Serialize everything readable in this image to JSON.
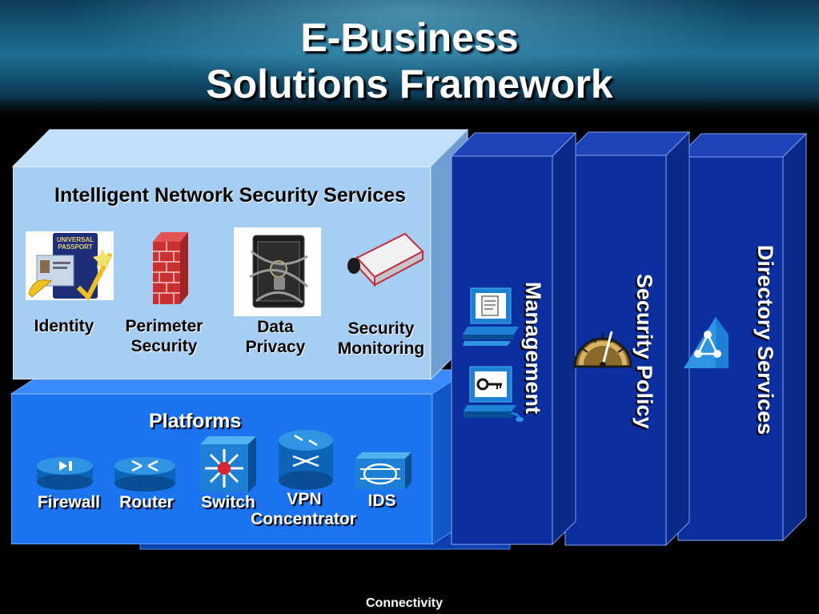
{
  "title": {
    "line1": "E-Business",
    "line2": "Solutions Framework"
  },
  "security_services": {
    "heading": "Intelligent Network Security Services",
    "items": [
      {
        "label_line1": "Identity",
        "label_line2": "",
        "icon": "passport-icon"
      },
      {
        "label_line1": "Perimeter",
        "label_line2": "Security",
        "icon": "firewall-brick-icon"
      },
      {
        "label_line1": "Data",
        "label_line2": "Privacy",
        "icon": "safe-icon"
      },
      {
        "label_line1": "Security",
        "label_line2": "Monitoring",
        "icon": "camera-icon"
      }
    ],
    "passport_text": {
      "line1": "UNIVERSAL",
      "line2": "PASSPORT"
    }
  },
  "platforms": {
    "heading": "Platforms",
    "items": [
      {
        "label": "Firewall",
        "icon": "firewall-icon"
      },
      {
        "label": "Router",
        "icon": "router-icon"
      },
      {
        "label": "Switch",
        "icon": "switch-icon"
      },
      {
        "label_line1": "VPN",
        "label_line2": "Concentrator",
        "icon": "vpn-concentrator-icon"
      },
      {
        "label": "IDS",
        "icon": "ids-icon"
      }
    ]
  },
  "columns": [
    {
      "label": "Management",
      "icons": [
        "workstation-icon",
        "key-terminal-icon"
      ]
    },
    {
      "label": "Security Policy",
      "icon": "gauge-icon"
    },
    {
      "label": "Directory Services",
      "icon": "directory-icon"
    }
  ],
  "footer": {
    "connectivity": "Connectivity"
  },
  "colors": {
    "column_blue": "#0b2f9e",
    "platform_blue": "#1b73f0",
    "security_light_blue": "#a6cdf2"
  }
}
